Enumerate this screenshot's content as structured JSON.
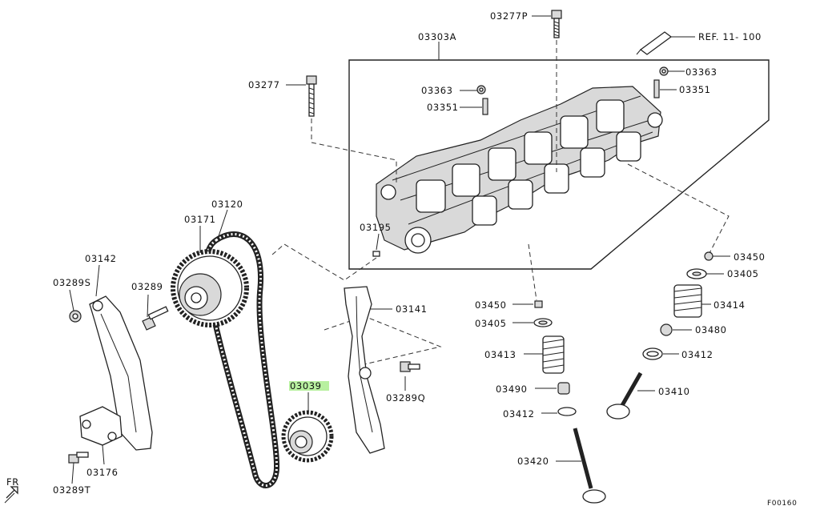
{
  "diagram": {
    "highlight_color": "#b8f0a0",
    "line_color": "#222222",
    "labels": {
      "p03277P": "03277P",
      "p03303A": "03303A",
      "ref": "REF. 11- 100",
      "p03277": "03277",
      "p03363_l": "03363",
      "p03351_l": "03351",
      "p03363_r": "03363",
      "p03351_r": "03351",
      "p03195": "03195",
      "p03120": "03120",
      "p03171": "03171",
      "p03142": "03142",
      "p03289S": "03289S",
      "p03289": "03289",
      "p03141": "03141",
      "p03289Q": "03289Q",
      "p03039": "03039",
      "p03176": "03176",
      "p03289T": "03289T",
      "p03450_r": "03450",
      "p03405_r": "03405",
      "p03414": "03414",
      "p03480": "03480",
      "p03412_r": "03412",
      "p03410": "03410",
      "p03450_l": "03450",
      "p03405_l": "03405",
      "p03413": "03413",
      "p03490": "03490",
      "p03412_l": "03412",
      "p03420": "03420",
      "fr": "FR",
      "figure_code": "F00160"
    }
  }
}
